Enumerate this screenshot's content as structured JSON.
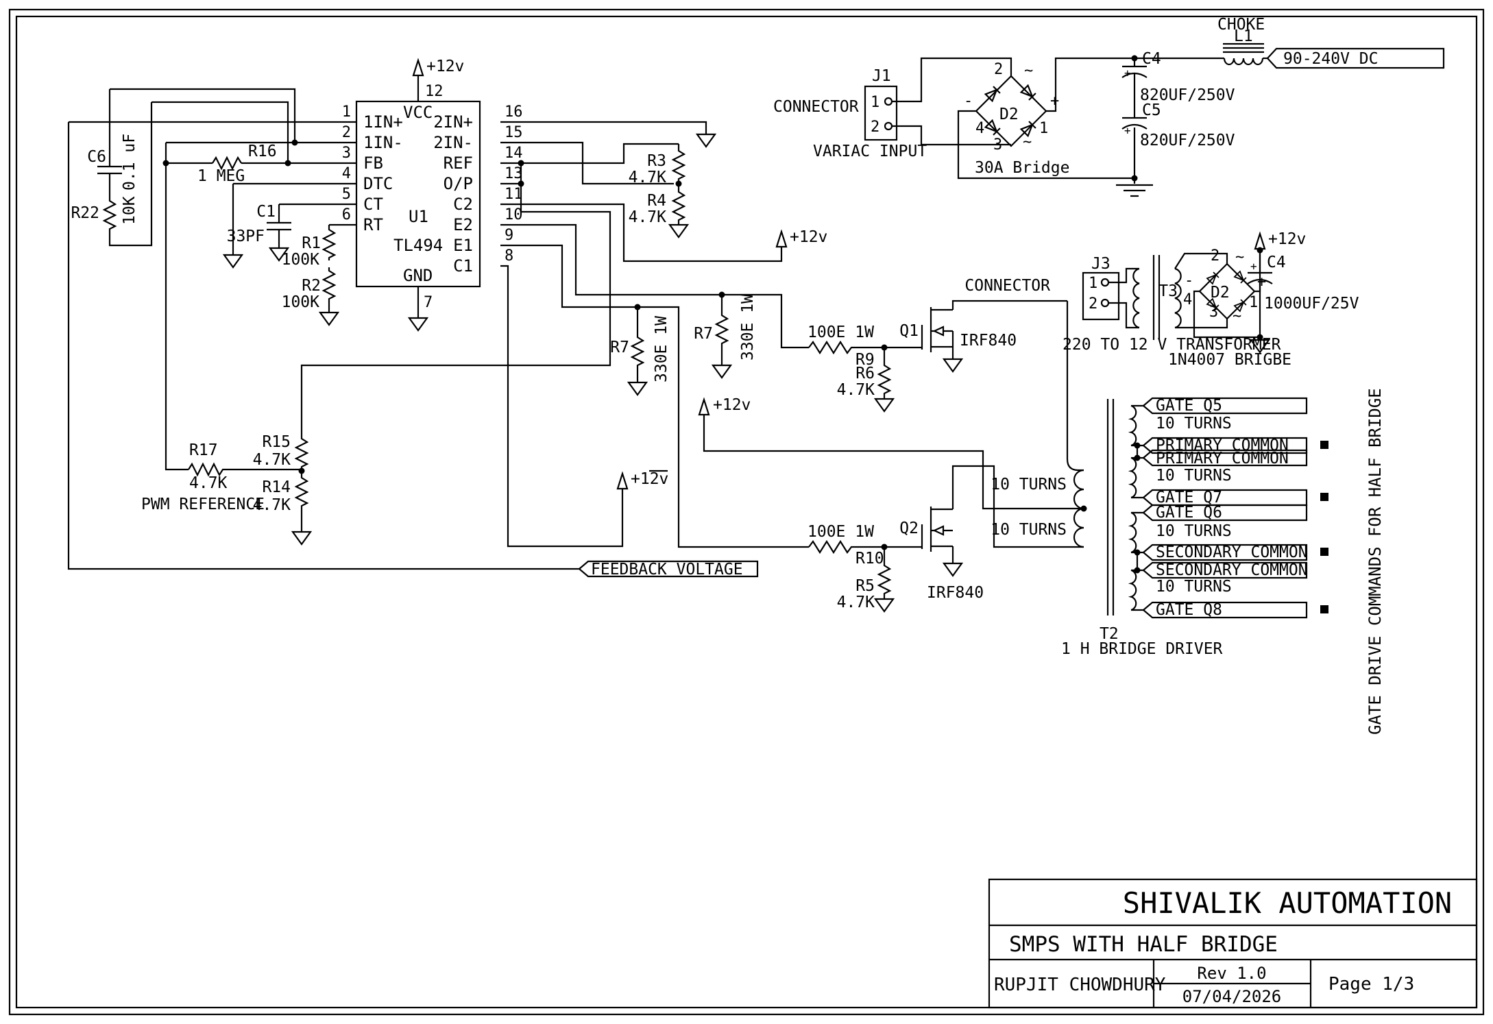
{
  "nets": {
    "v12": "+12v",
    "v12_inv": "+12v",
    "dc_out": "90-240V DC",
    "feedback": "FEEDBACK VOLTAGE",
    "pwm_ref": "PWM REFERENCE"
  },
  "u1": {
    "ref": "U1",
    "part": "TL494",
    "vcc": "VCC",
    "gnd": "GND",
    "top_pin": "12",
    "bottom_pin": "7",
    "left": [
      {
        "n": "1",
        "l": "1IN+"
      },
      {
        "n": "2",
        "l": "1IN-"
      },
      {
        "n": "3",
        "l": "FB"
      },
      {
        "n": "4",
        "l": "DTC"
      },
      {
        "n": "5",
        "l": "CT"
      },
      {
        "n": "6",
        "l": "RT"
      }
    ],
    "right": [
      {
        "n": "16",
        "l": "2IN+"
      },
      {
        "n": "15",
        "l": "2IN-"
      },
      {
        "n": "14",
        "l": "REF"
      },
      {
        "n": "13",
        "l": "O/P"
      },
      {
        "n": "11",
        "l": "C2"
      },
      {
        "n": "10",
        "l": "E2"
      },
      {
        "n": "9",
        "l": "E1"
      },
      {
        "n": "8",
        "l": "C1"
      }
    ]
  },
  "parts": {
    "c6": {
      "r": "C6",
      "v": "0.1 uF"
    },
    "r22": {
      "r": "R22",
      "v": "10K"
    },
    "r16": {
      "r": "R16",
      "v": "1 MEG"
    },
    "c1": {
      "r": "C1",
      "v": "33PF"
    },
    "r1": {
      "r": "R1",
      "v": "100K"
    },
    "r2": {
      "r": "R2",
      "v": "100K"
    },
    "r3": {
      "r": "R3",
      "v": "4.7K"
    },
    "r4": {
      "r": "R4",
      "v": "4.7K"
    },
    "r17": {
      "r": "R17",
      "v": "4.7K"
    },
    "r15": {
      "r": "R15",
      "v": "4.7K"
    },
    "r14": {
      "r": "R14",
      "v": "4.7K"
    },
    "r7a": {
      "r": "R7",
      "v": "330E 1W"
    },
    "r7b": {
      "r": "R7",
      "v": "330E 1W"
    },
    "r9": {
      "r": "R9",
      "v": "100E 1W"
    },
    "r6": {
      "r": "R6",
      "v": "4.7K"
    },
    "r10": {
      "r": "R10",
      "v": "100E 1W"
    },
    "r5": {
      "r": "R5",
      "v": "4.7K"
    },
    "q1": {
      "r": "Q1",
      "v": "IRF840"
    },
    "q2": {
      "r": "Q2",
      "v": "IRF840"
    }
  },
  "input": {
    "j1": {
      "ref": "J1",
      "p1": "1",
      "p2": "2",
      "name": "CONNECTOR",
      "sub": "VARIAC INPUT"
    },
    "d2": {
      "ref": "D2",
      "label": "30A Bridge",
      "p_top": "2",
      "p_left": "4",
      "p_right": "1",
      "p_bottom": "3",
      "plus": "+",
      "minus": "-",
      "tilde": "~"
    },
    "c4": {
      "r": "C4",
      "v": "820UF/250V",
      "pol": "+"
    },
    "c5": {
      "r": "C5",
      "v": "820UF/250V",
      "pol": "+"
    },
    "choke": {
      "name": "CHOKE",
      "ref": "L1"
    }
  },
  "aux": {
    "j3": {
      "ref": "J3",
      "p1": "1",
      "p2": "2",
      "name": "CONNECTOR"
    },
    "t3": {
      "ref": "T3",
      "label": "220 TO 12 V TRANSFORMER"
    },
    "d2": {
      "ref": "D2",
      "label": "1N4007 BRIGBE",
      "p_top": "2",
      "p_left": "4",
      "p_right": "1",
      "p_bottom": "3",
      "plus": "+",
      "minus": "-",
      "tilde": "~"
    },
    "c4": {
      "r": "C4",
      "v": "1000UF/25V",
      "pol": "+"
    }
  },
  "t2": {
    "ref": "T2",
    "label": "1 H BRIDGE DRIVER",
    "turns": "10 TURNS",
    "flags": [
      "GATE Q5",
      "PRIMARY COMMON",
      "PRIMARY COMMON",
      "GATE Q7",
      "GATE Q6",
      "SECONDARY COMMON",
      "SECONDARY COMMON",
      "GATE Q8"
    ],
    "note": "GATE DRIVE COMMANDS FOR HALF BRIDGE"
  },
  "title_block": {
    "company": "SHIVALIK AUTOMATION",
    "title": "SMPS WITH HALF BRIDGE",
    "author": "RUPJIT CHOWDHURY",
    "rev": "Rev 1.0",
    "date": "07/04/2026",
    "page": "Page 1/3"
  }
}
